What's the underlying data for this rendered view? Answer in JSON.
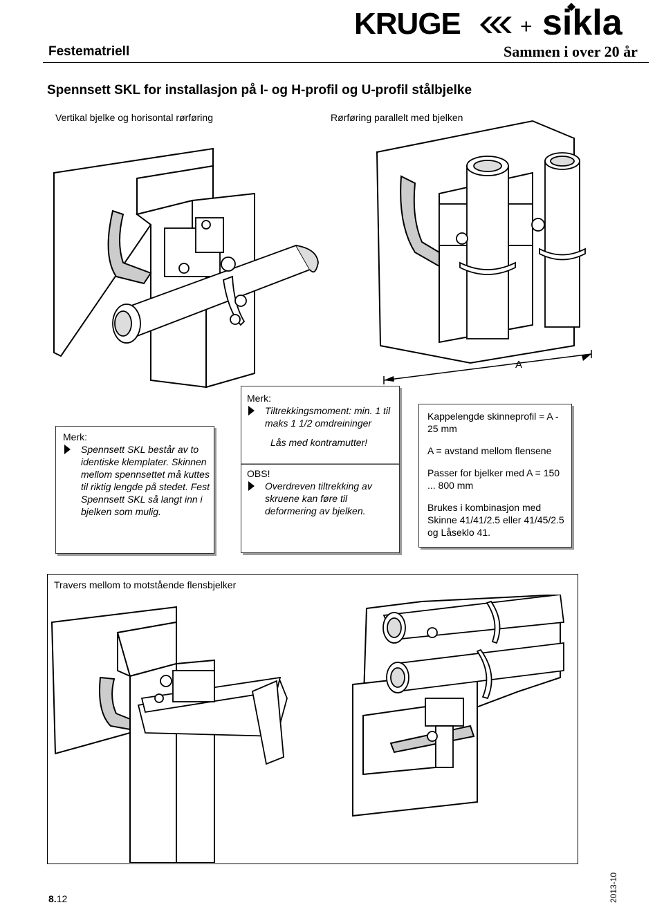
{
  "header": {
    "section_label": "Festematriell",
    "logo_brand_left": "KRUGE",
    "logo_plus": "+",
    "logo_brand_right": "sikla",
    "tagline": "Sammen i over 20 år"
  },
  "page_heading": "Spennsett SKL for installasjon på I- og H-profil og U-profil stålbjelke",
  "captions": {
    "vertical": "Vertikal bjelke og horisontal rørføring",
    "parallel": "Rørføring parallelt med bjelken",
    "travers": "Travers mellom to motstående flensbjelker"
  },
  "dimension_label": "A",
  "note1": {
    "title": "Merk:",
    "text": "Spennsett SKL består av to identiske klemplater. Skinnen mellom spennsettet må kuttes til riktig lengde på stedet. Fest Spennsett SKL så langt inn i bjelken som mulig."
  },
  "note2": {
    "title": "Merk:",
    "item1": "Tiltrekkingsmoment: min. 1 til maks 1 1/2 omdreininger",
    "item1_extra": "Lås med kontramutter!",
    "obs_title": "OBS!",
    "item2": "Overdreven tiltrekking av skruene kan føre til deformering av bjelken."
  },
  "note3": {
    "line1": "Kappelengde skinneprofil = A - 25 mm",
    "line2": "A = avstand mellom flensene",
    "line3": "Passer for bjelker med A = 150 ... 800 mm",
    "line4": "Brukes i kombinasjon med Skinne 41/41/2.5 eller 41/45/2.5 og Låseklo 41."
  },
  "footer": {
    "page_chapter": "8.",
    "page_number": "12",
    "date": "2013-10"
  },
  "icons": [
    "bullet-triangle-icon",
    "logo-chevrons-icon"
  ]
}
